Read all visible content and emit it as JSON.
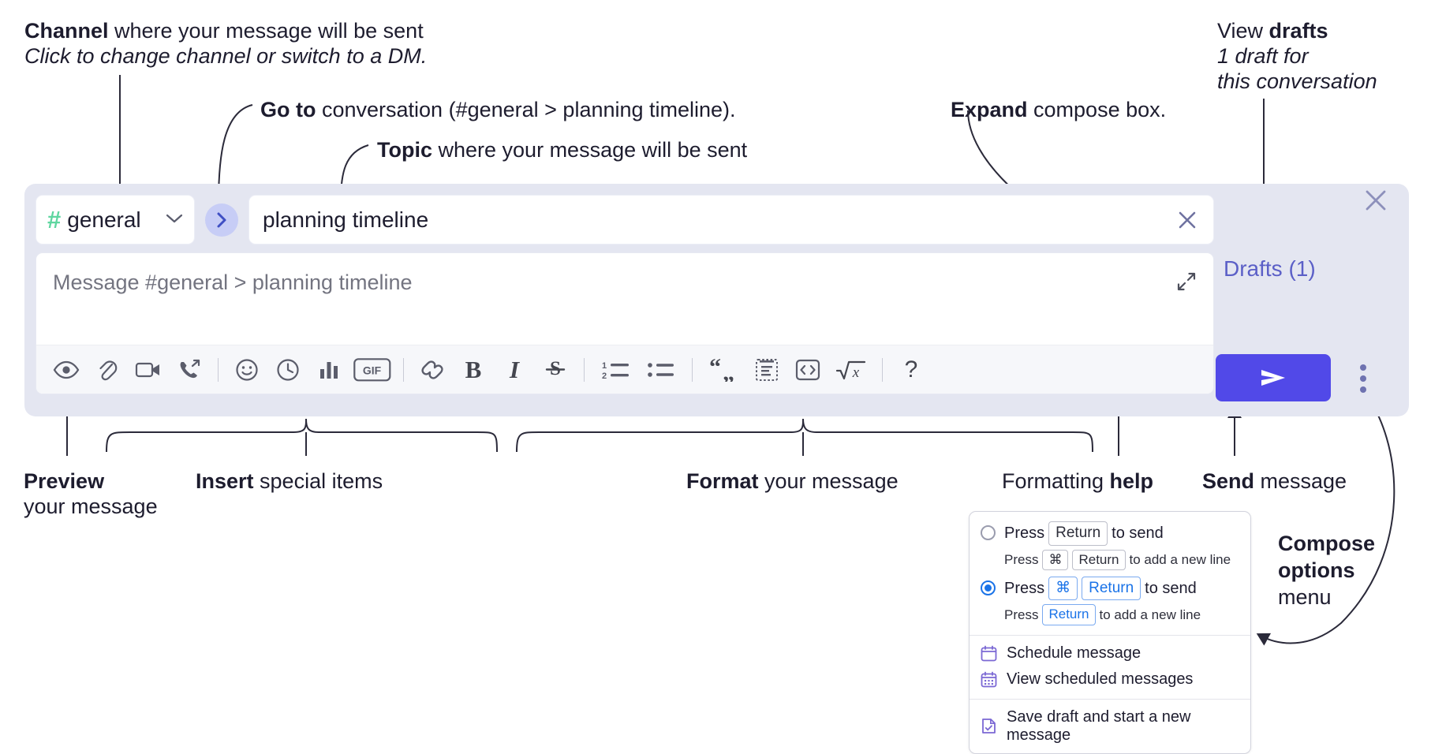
{
  "annotations": {
    "channel": {
      "bold": "Channel",
      "rest": " where your message will be sent",
      "italic": "Click to change channel or switch to a DM."
    },
    "goto": {
      "bold": "Go to",
      "rest": " conversation (#general > planning timeline)."
    },
    "topic": {
      "bold": "Topic",
      "rest": " where your message will be sent"
    },
    "expand": {
      "bold": "Expand",
      "rest": " compose box."
    },
    "drafts": {
      "pre": "View ",
      "bold": "drafts",
      "italic1": "1 draft for",
      "italic2": "this conversation"
    },
    "preview": {
      "bold": "Preview",
      "line2": "your message"
    },
    "insert": {
      "bold": "Insert",
      "rest": " special items"
    },
    "format": {
      "bold": "Format",
      "rest": " your message"
    },
    "help": {
      "pre": "Formatting ",
      "bold": "help"
    },
    "send": {
      "bold": "Send",
      "rest": " message"
    },
    "compose_options": {
      "bold1": "Compose",
      "bold2": "options",
      "rest": "menu"
    }
  },
  "compose": {
    "channel": {
      "hash": "#",
      "name": "general",
      "chevron": "chevron-down"
    },
    "go_to_label": "go-to-conversation",
    "topic": {
      "value": "planning timeline",
      "clear": "close"
    },
    "message": {
      "placeholder": "Message #general > planning timeline"
    },
    "toolbar": [
      {
        "name": "preview-icon",
        "label": "Preview"
      },
      {
        "name": "attachment-icon",
        "label": "Attach file"
      },
      {
        "name": "video-icon",
        "label": "Record video clip"
      },
      {
        "name": "call-icon",
        "label": "Start call"
      },
      {
        "name": "divider",
        "label": ""
      },
      {
        "name": "emoji-icon",
        "label": "Emoji"
      },
      {
        "name": "clock-icon",
        "label": "Reminder"
      },
      {
        "name": "poll-icon",
        "label": "Poll"
      },
      {
        "name": "gif-icon",
        "label": "GIF"
      },
      {
        "name": "divider",
        "label": ""
      },
      {
        "name": "link-icon",
        "label": "Link"
      },
      {
        "name": "bold-icon",
        "label": "B"
      },
      {
        "name": "italic-icon",
        "label": "I"
      },
      {
        "name": "strikethrough-icon",
        "label": "S"
      },
      {
        "name": "divider",
        "label": ""
      },
      {
        "name": "ordered-list-icon",
        "label": "Ordered list"
      },
      {
        "name": "bullet-list-icon",
        "label": "Bulleted list"
      },
      {
        "name": "divider",
        "label": ""
      },
      {
        "name": "blockquote-icon",
        "label": "Blockquote"
      },
      {
        "name": "code-block-icon",
        "label": "Code block"
      },
      {
        "name": "code-icon",
        "label": "Code"
      },
      {
        "name": "math-icon",
        "label": "Math"
      },
      {
        "name": "divider",
        "label": ""
      },
      {
        "name": "help-icon",
        "label": "?"
      }
    ],
    "drafts_label": "Drafts (1)",
    "send_label": "send-icon",
    "close_label": "close-icon",
    "overflow_label": "compose-options"
  },
  "menu": {
    "options": [
      {
        "selected": false,
        "line": {
          "pre": "Press",
          "key1": "Return",
          "post": "to send"
        },
        "sub": {
          "pre": "Press",
          "key1": "⌘",
          "key2": "Return",
          "post": "to add a new line"
        }
      },
      {
        "selected": true,
        "line": {
          "pre": "Press",
          "key1": "⌘",
          "key2": "Return",
          "post": "to send"
        },
        "sub": {
          "pre": "Press",
          "key1": "Return",
          "post": "to add a new line"
        }
      }
    ],
    "items": [
      {
        "icon": "calendar-icon",
        "label": "Schedule message"
      },
      {
        "icon": "calendar-grid-icon",
        "label": "View scheduled messages"
      },
      {
        "icon": "save-draft-icon",
        "label": "Save draft and start a new message",
        "separator_before": true
      }
    ]
  },
  "colors": {
    "compose_bg": "#e4e6f1",
    "accent_purple": "#5149e8",
    "drafts_link": "#5b5fc7",
    "hash_green": "#5fd6a0",
    "go_btn": "#c7cdf6",
    "radio_blue": "#1a73e8",
    "menu_icon": "#7b68d4"
  }
}
